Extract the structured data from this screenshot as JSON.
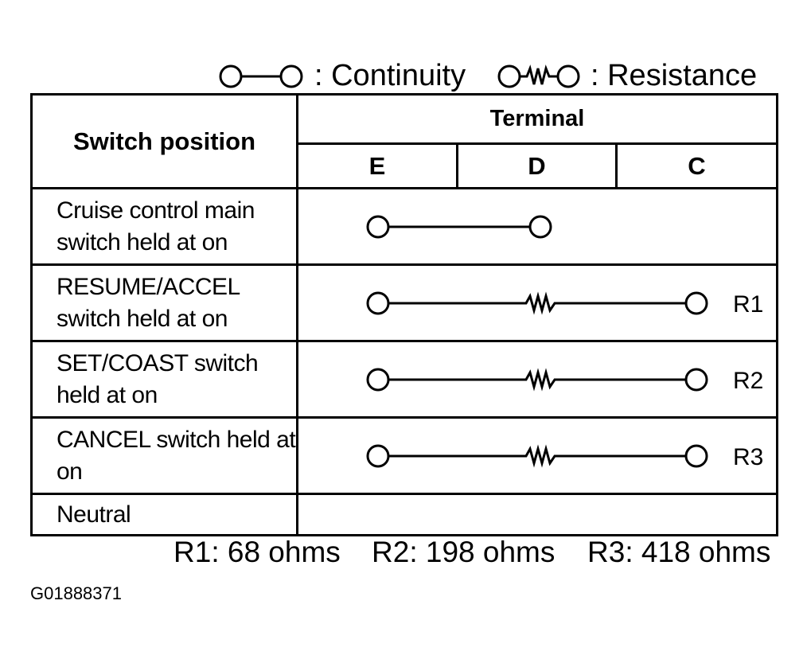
{
  "legend": {
    "continuity_label": ": Continuity",
    "resistance_label": ": Resistance"
  },
  "table": {
    "switch_header": "Switch position",
    "terminal_header": "Terminal",
    "terminals": [
      "E",
      "D",
      "C"
    ],
    "rows": [
      {
        "position": "Cruise control main switch held at on",
        "connection": "continuity",
        "from": "E",
        "to": "D",
        "label": ""
      },
      {
        "position": "RESUME/ACCEL switch held at on",
        "connection": "resistance",
        "from": "E",
        "to": "C",
        "label": "R1"
      },
      {
        "position": "SET/COAST switch held at on",
        "connection": "resistance",
        "from": "E",
        "to": "C",
        "label": "R2"
      },
      {
        "position": "CANCEL switch held at on",
        "connection": "resistance",
        "from": "E",
        "to": "C",
        "label": "R3"
      },
      {
        "position": "Neutral",
        "connection": "none",
        "from": "",
        "to": "",
        "label": ""
      }
    ]
  },
  "resistances": [
    {
      "name": "R1",
      "value": ": 68 ohms"
    },
    {
      "name": "R2",
      "value": ": 198 ohms"
    },
    {
      "name": "R3",
      "value": ": 418 ohms"
    }
  ],
  "figure_code": "G01888371"
}
